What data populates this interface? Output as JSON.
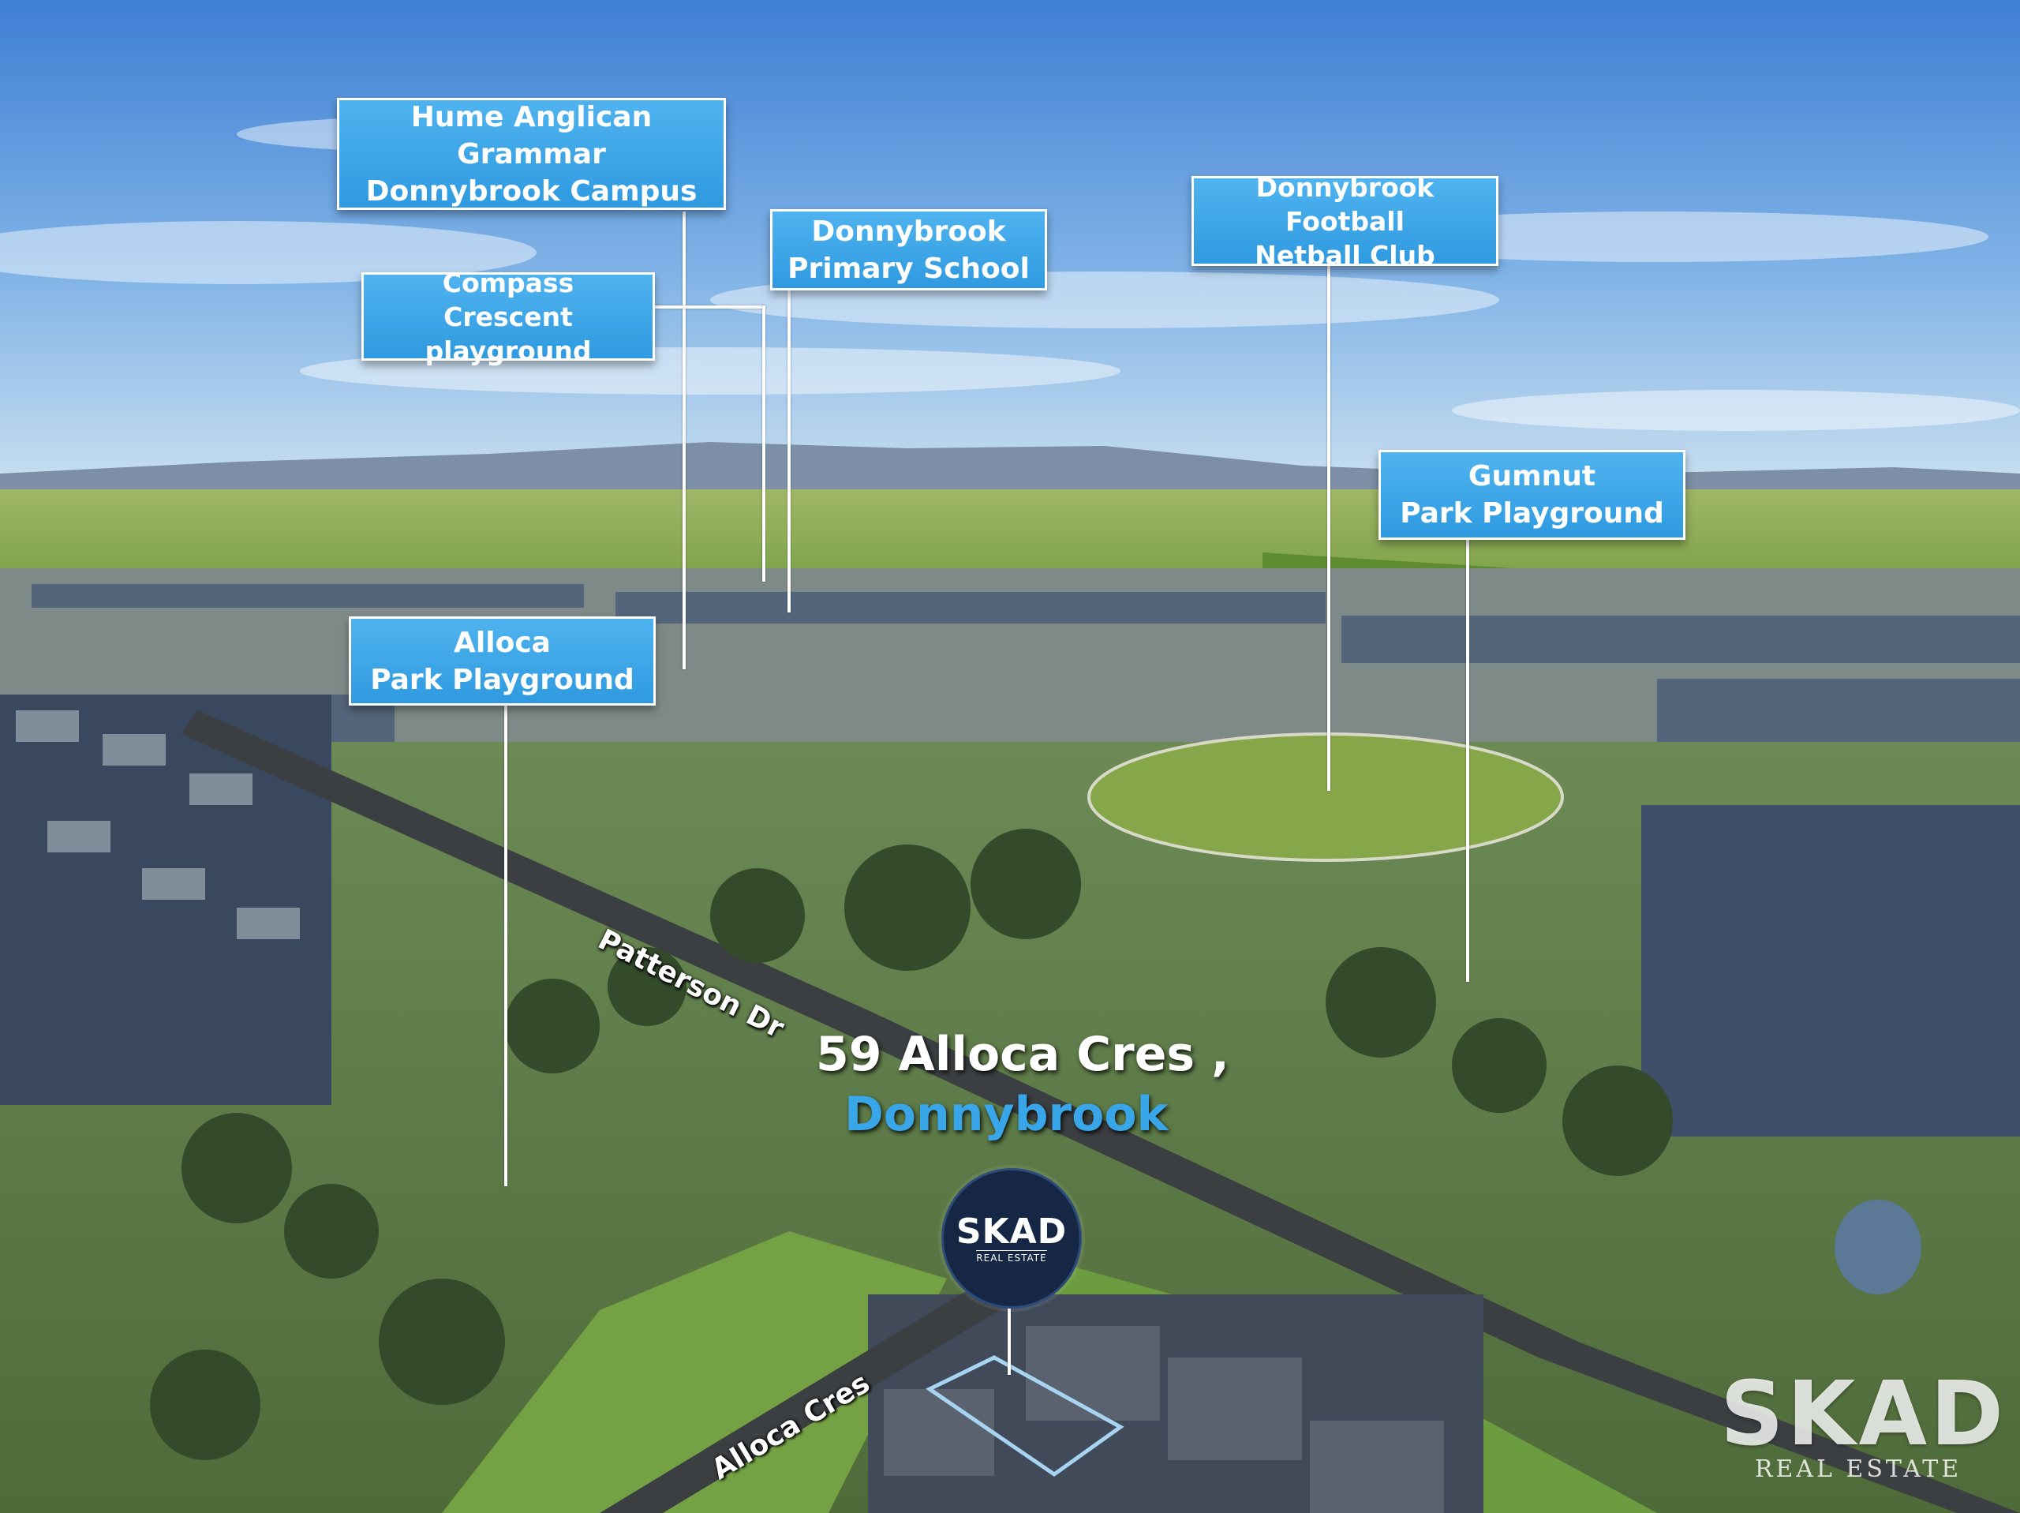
{
  "labels": {
    "hume": [
      "Hume Anglican Grammar",
      "Donnybrook Campus"
    ],
    "primary": [
      "Donnybrook",
      "Primary School"
    ],
    "football": [
      "Donnybrook Football",
      "Netball Club"
    ],
    "compass": [
      "Compass",
      "Crescent playground"
    ],
    "gumnut": [
      "Gumnut",
      "Park Playground"
    ],
    "alloca_park": [
      "Alloca",
      "Park Playground"
    ]
  },
  "roads": {
    "patterson": "Patterson Dr",
    "alloca": "Alloca Cres"
  },
  "address": {
    "line1": "59 Alloca Cres ,",
    "line2": "Donnybrook"
  },
  "badge": {
    "logo": "SKAD",
    "sub": "REAL ESTATE"
  },
  "watermark": {
    "logo": "SKAD",
    "sub": "REAL ESTATE"
  },
  "colors": {
    "label_bg": "#3aa6ea",
    "address_secondary": "#3aa6ea",
    "badge_bg": "#152744"
  }
}
